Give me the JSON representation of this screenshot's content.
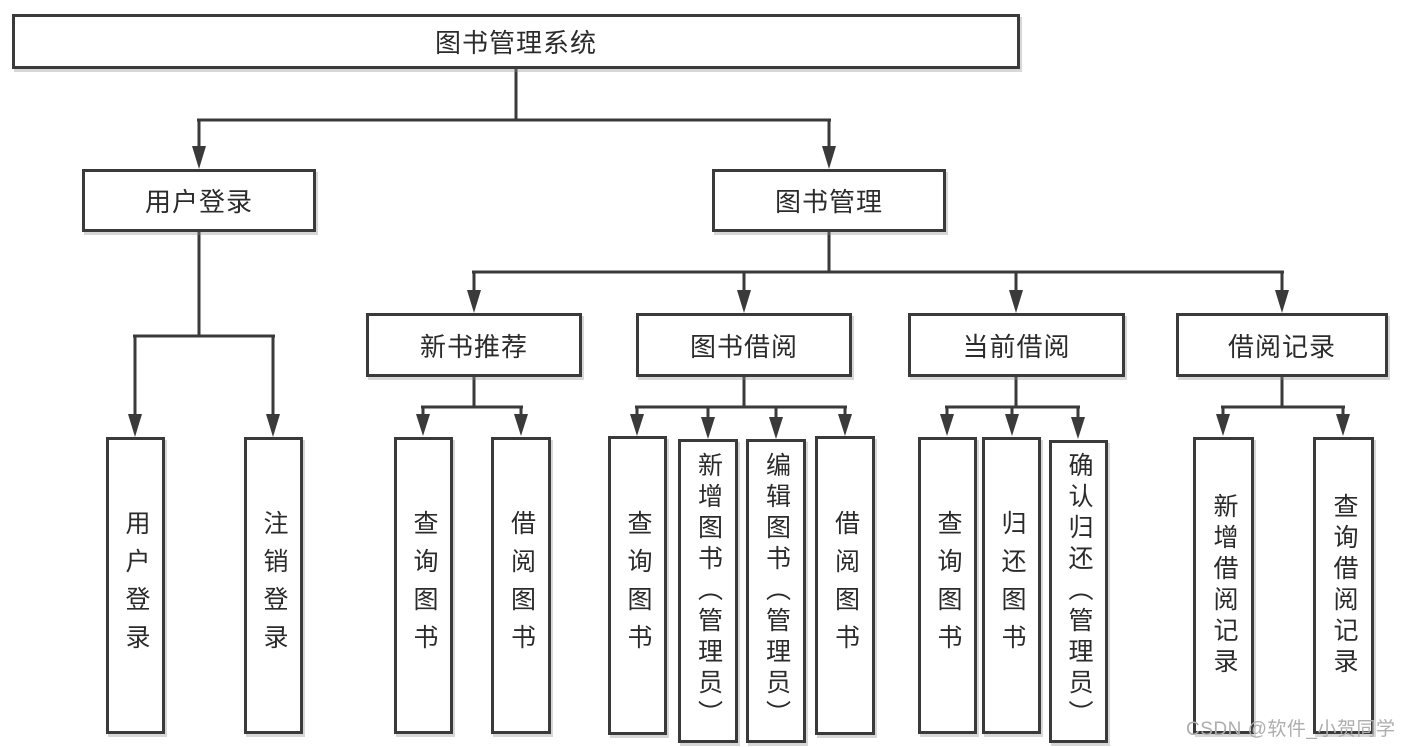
{
  "title": {
    "label": "图书管理系统"
  },
  "level2": [
    {
      "label": "用户登录"
    },
    {
      "label": "图书管理"
    }
  ],
  "level3": [
    {
      "label": "新书推荐"
    },
    {
      "label": "图书借阅"
    },
    {
      "label": "当前借阅"
    },
    {
      "label": "借阅记录"
    }
  ],
  "leaves": {
    "user_login": [
      {
        "label": "用户登录"
      },
      {
        "label": "注销登录"
      }
    ],
    "new_book": [
      {
        "label": "查询图书"
      },
      {
        "label": "借阅图书"
      }
    ],
    "book_borrow": [
      {
        "label": "查询图书"
      },
      {
        "label": "新增图书（管理员）"
      },
      {
        "label": "编辑图书（管理员）"
      },
      {
        "label": "借阅图书"
      }
    ],
    "current_borrow": [
      {
        "label": "查询图书"
      },
      {
        "label": "归还图书"
      },
      {
        "label": "确认归还（管理员）"
      }
    ],
    "borrow_record": [
      {
        "label": "新增借阅记录"
      },
      {
        "label": "查询借阅记录"
      }
    ]
  },
  "watermark": {
    "text": "CSDN @软件_小贺同学"
  },
  "colors": {
    "line": "#3a3a3a",
    "text": "#2b2b2b",
    "watermark": "#aeaeae",
    "background": "#ffffff"
  }
}
